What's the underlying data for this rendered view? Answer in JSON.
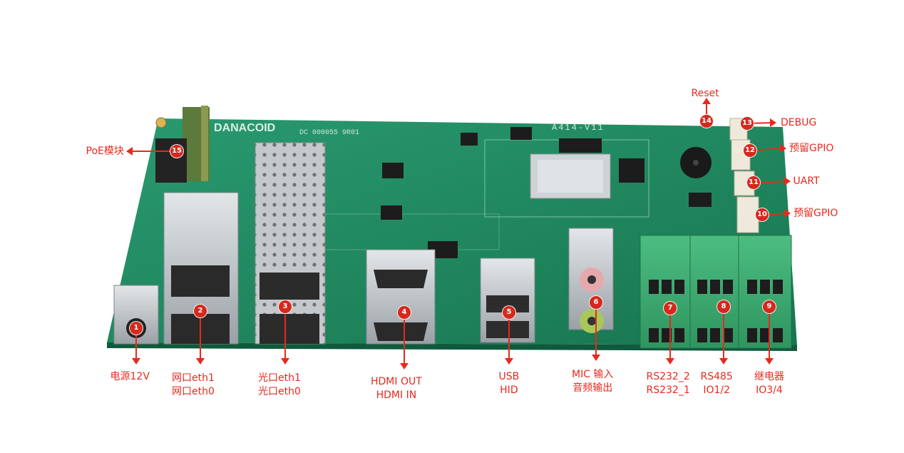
{
  "palette": {
    "annotation": "#e8291d",
    "marker_fill": "#d7281c",
    "board_green": "#1f8a62",
    "terminal_green": "#3fae72",
    "metal": "#c9cdd0",
    "background": "#ffffff"
  },
  "board": {
    "silkscreen_brand": "DANACOID",
    "silkscreen_code": "DC 000055 9R01",
    "model": "A414-V11"
  },
  "ports": [
    {
      "num": "1",
      "label": "电源12V"
    },
    {
      "num": "2",
      "label": "网口eth1\n网口eth0"
    },
    {
      "num": "3",
      "label": "光口eth1\n光口eth0"
    },
    {
      "num": "4",
      "label": "HDMI OUT\nHDMI IN"
    },
    {
      "num": "5",
      "label": "USB\nHID"
    },
    {
      "num": "6",
      "label": "MIC 输入\n音频输出"
    },
    {
      "num": "7",
      "label": "RS232_2\nRS232_1"
    },
    {
      "num": "8",
      "label": "RS485\nIO1/2"
    },
    {
      "num": "9",
      "label": "继电器\nIO3/4"
    },
    {
      "num": "10",
      "label": "预留GPIO"
    },
    {
      "num": "11",
      "label": "UART"
    },
    {
      "num": "12",
      "label": "预留GPIO"
    },
    {
      "num": "13",
      "label": "DEBUG"
    },
    {
      "num": "14",
      "label": "Reset"
    },
    {
      "num": "15",
      "label": "PoE模块"
    }
  ]
}
